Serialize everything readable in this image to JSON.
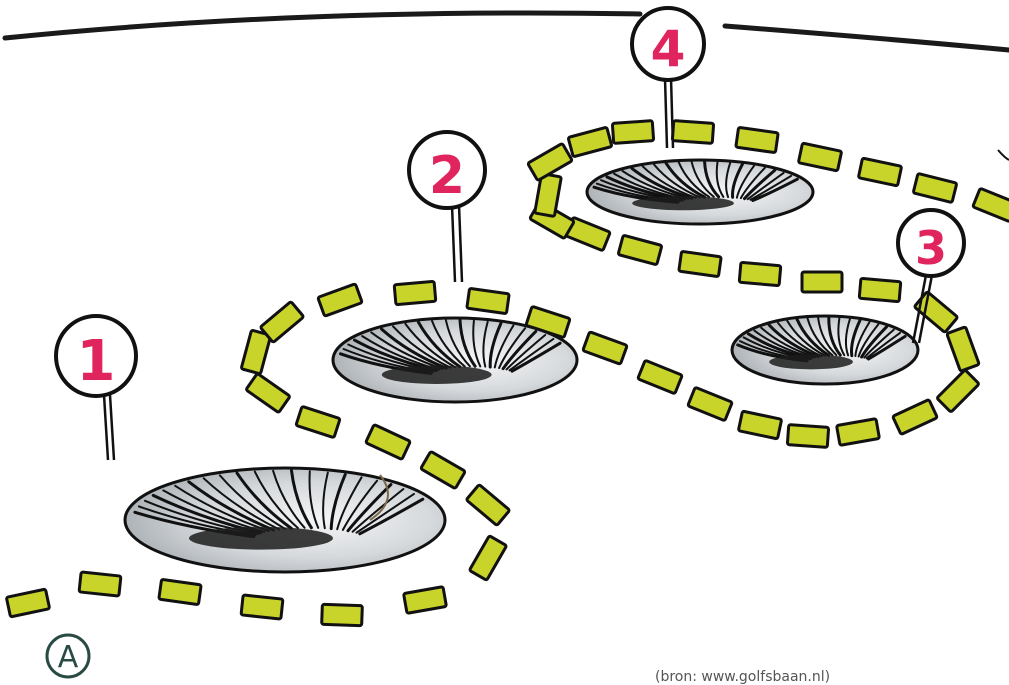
{
  "pins": [
    {
      "label": "1"
    },
    {
      "label": "2"
    },
    {
      "label": "3"
    },
    {
      "label": "4"
    }
  ],
  "start_marker": "A",
  "credit": "(bron: www.golfsbaan.nl)",
  "colors": {
    "path_tile": "#c9d42b",
    "number": "#e0245e",
    "ink": "#1a1a1a",
    "hole_shade": "#d9dcde",
    "marker": "#2a4a44"
  }
}
